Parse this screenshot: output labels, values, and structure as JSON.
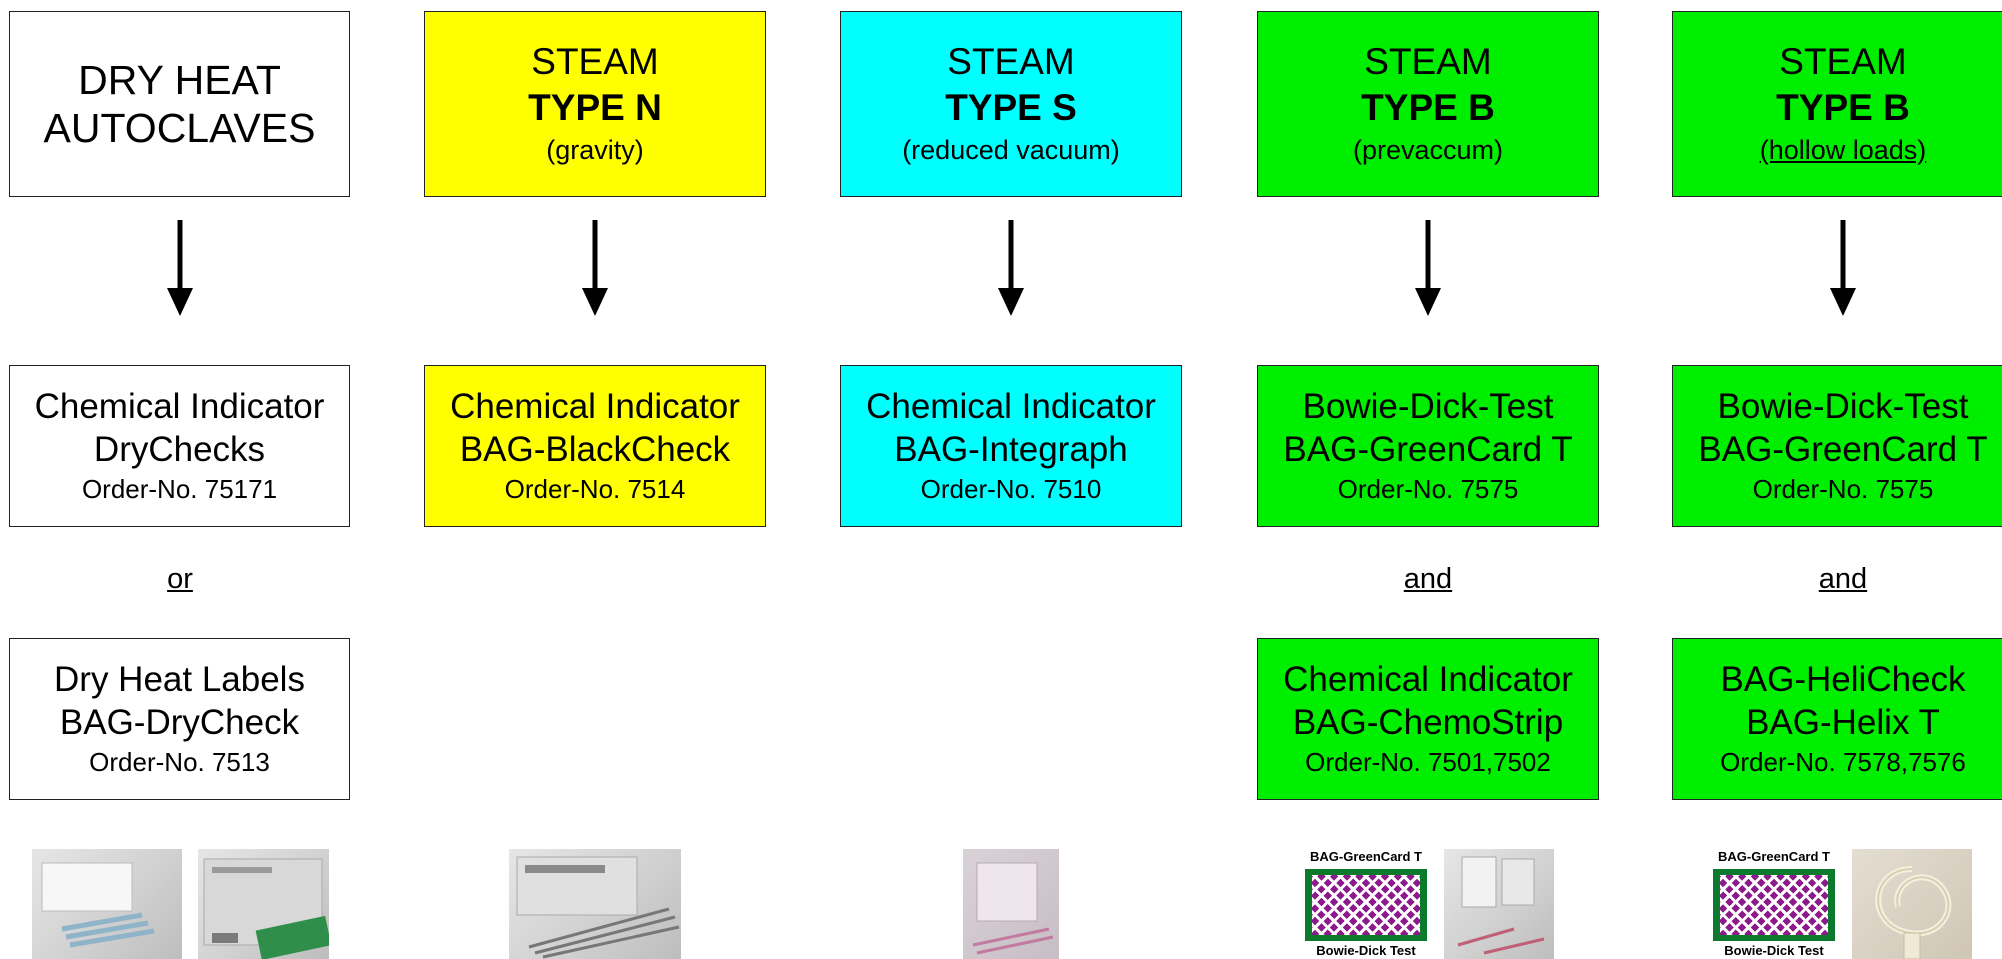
{
  "columns": [
    {
      "id": "dry-heat",
      "header": {
        "plain": [
          "DRY HEAT",
          "AUTOCLAVES"
        ]
      },
      "products": [
        {
          "lines": [
            "Chemical Indicator",
            "DryChecks",
            "Order-No. 75171"
          ]
        },
        {
          "lines": [
            "Dry Heat Labels",
            "BAG-DryCheck",
            "Order-No. 7513"
          ]
        }
      ],
      "connector": "or",
      "color": "#ffffff"
    },
    {
      "id": "type-n",
      "header": {
        "line1": "STEAM",
        "line2": "TYPE N",
        "line3": "(gravity)"
      },
      "products": [
        {
          "lines": [
            "Chemical Indicator",
            "BAG-BlackCheck",
            "Order-No. 7514"
          ]
        }
      ],
      "color": "#ffff00"
    },
    {
      "id": "type-s",
      "header": {
        "line1": "STEAM",
        "line2": "TYPE S",
        "line3": "(reduced vacuum)"
      },
      "products": [
        {
          "lines": [
            "Chemical Indicator",
            "BAG-Integraph",
            "Order-No. 7510"
          ]
        }
      ],
      "color": "#00ffff"
    },
    {
      "id": "type-b-prevac",
      "header": {
        "line1": "STEAM",
        "line2": "TYPE B",
        "line3": "(prevaccum)"
      },
      "products": [
        {
          "lines": [
            "Bowie-Dick-Test",
            "BAG-GreenCard T",
            "Order-No. 7575"
          ]
        },
        {
          "lines": [
            "Chemical Indicator",
            "BAG-ChemoStrip",
            "Order-No. 7501,7502"
          ]
        }
      ],
      "connector": "and",
      "color": "#00ee00"
    },
    {
      "id": "type-b-hollow",
      "header": {
        "line1": "STEAM",
        "line2": "TYPE B",
        "line3": "(hollow loads)"
      },
      "products": [
        {
          "lines": [
            "Bowie-Dick-Test",
            "BAG-GreenCard T",
            "Order-No. 7575"
          ]
        },
        {
          "lines": [
            "BAG-HeliCheck",
            "BAG-Helix T",
            "Order-No. 7578,7576"
          ]
        }
      ],
      "connector": "and",
      "color": "#00ee00"
    }
  ],
  "photos": {
    "greencard_title": "BAG-GreenCard T",
    "greencard_caption": "Bowie-Dick Test"
  }
}
